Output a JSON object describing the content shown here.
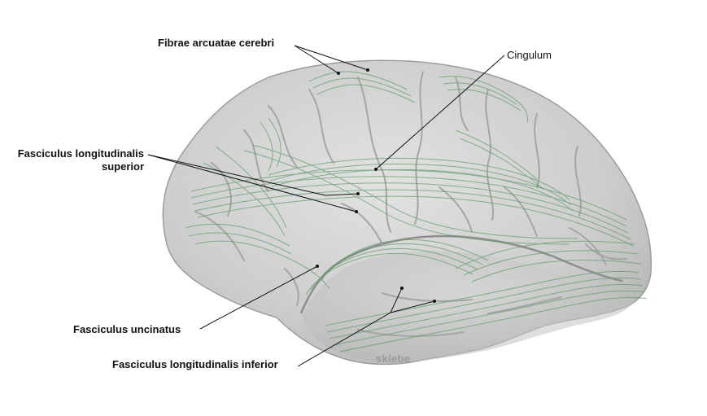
{
  "labels": {
    "fibrae_arcuatae": "Fibrae arcuatae cerebri",
    "cingulum": "Cingulum",
    "fasciculus_long_sup_line1": "Fasciculus longitudinalis",
    "fasciculus_long_sup_line2": "superior",
    "fasciculus_uncinatus": "Fasciculus uncinatus",
    "fasciculus_long_inf": "Fasciculus longitudinalis inferior"
  },
  "watermark": "sklebe",
  "colors": {
    "brain_fill": "#d3d3d3",
    "brain_outline": "#9c9c9c",
    "fiber_stroke": "#5d9a68",
    "leader_line": "#111111"
  }
}
